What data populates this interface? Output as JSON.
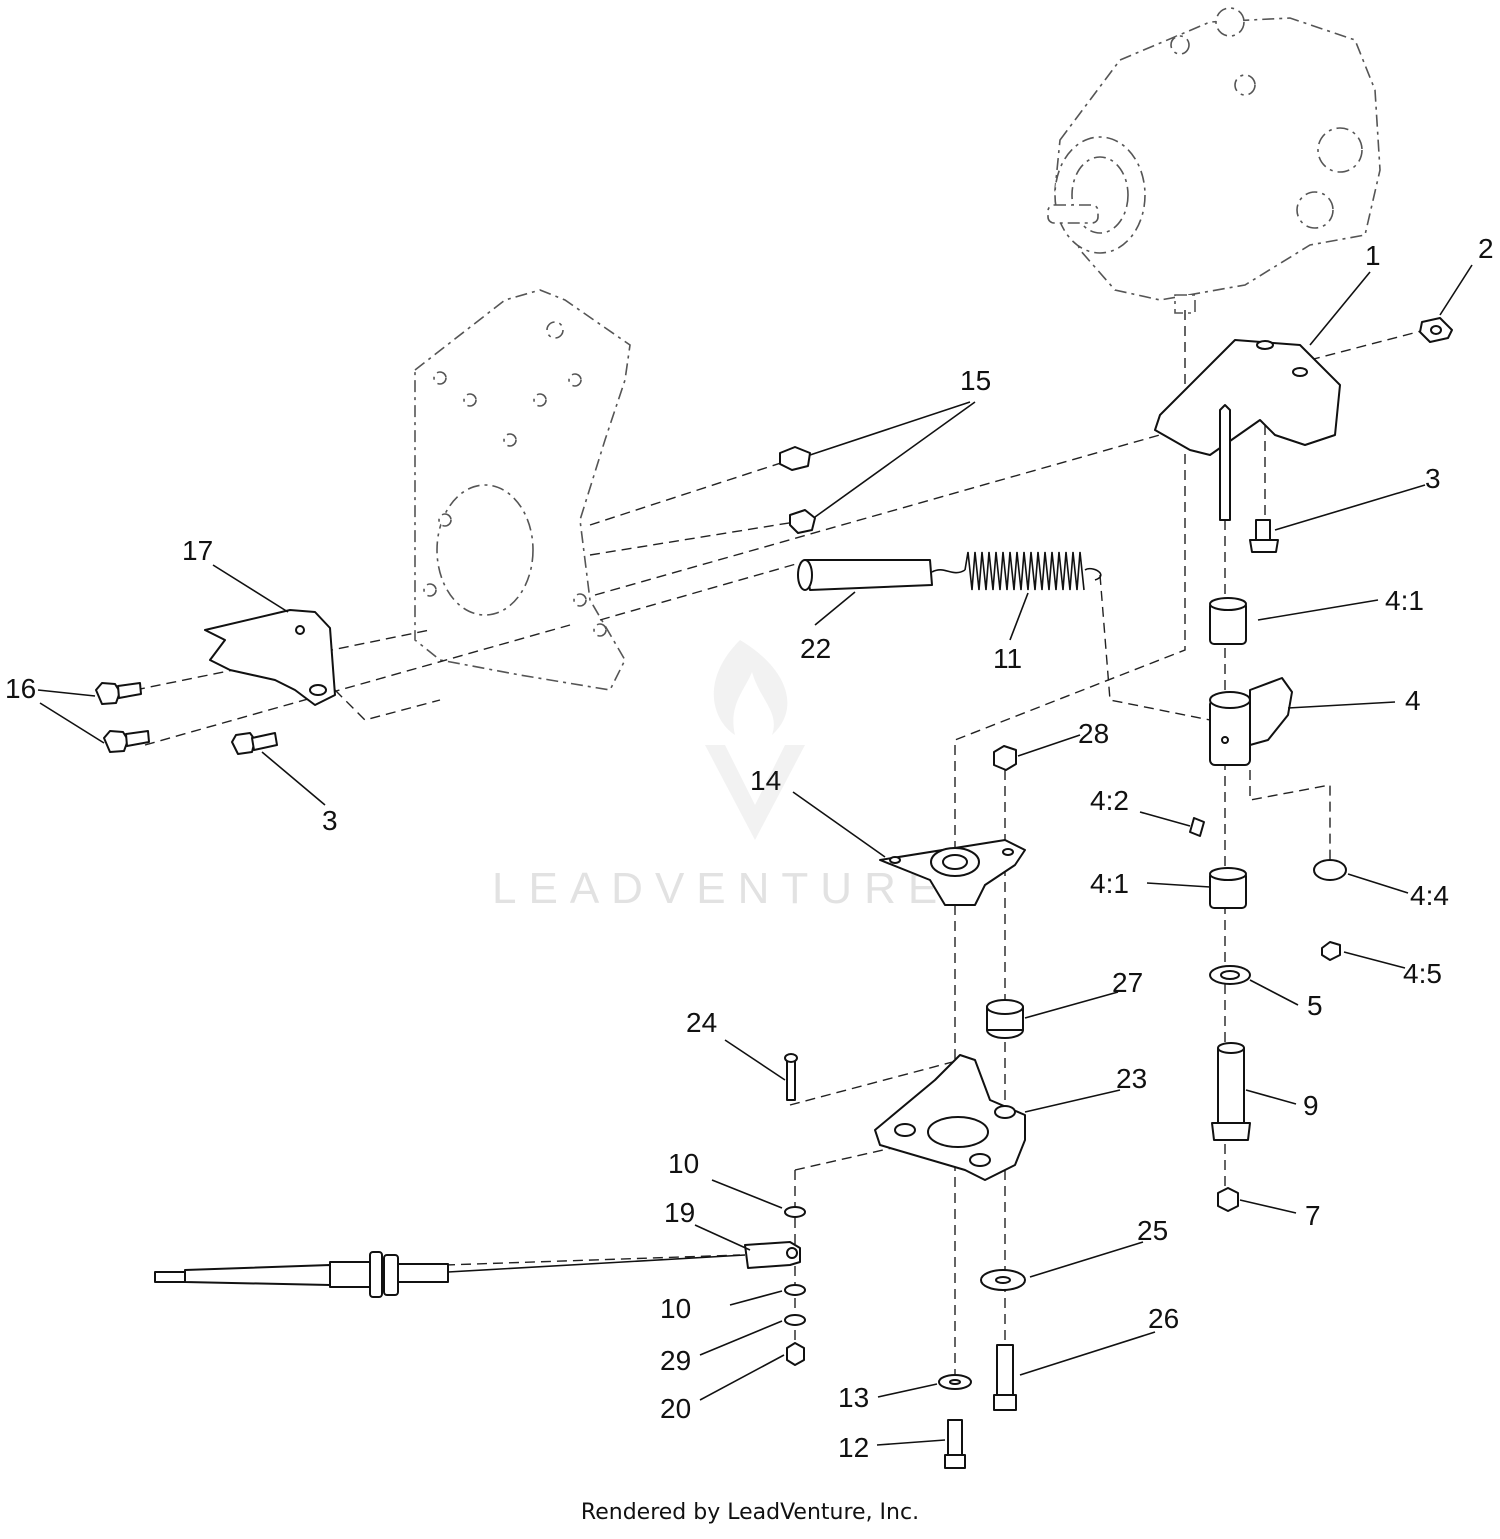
{
  "watermark": "LEADVENTURE",
  "footer": "Rendered by LeadVenture, Inc.",
  "callouts": {
    "c1": "1",
    "c2": "2",
    "c3a": "3",
    "c3b": "3",
    "c4": "4",
    "c4_1a": "4:1",
    "c4_1b": "4:1",
    "c4_2": "4:2",
    "c4_4": "4:4",
    "c4_5": "4:5",
    "c5": "5",
    "c7": "7",
    "c9": "9",
    "c10a": "10",
    "c10b": "10",
    "c11": "11",
    "c12": "12",
    "c13": "13",
    "c14": "14",
    "c15": "15",
    "c16": "16",
    "c17": "17",
    "c19": "19",
    "c20": "20",
    "c22": "22",
    "c23": "23",
    "c24": "24",
    "c25": "25",
    "c26": "26",
    "c27": "27",
    "c28": "28",
    "c29": "29"
  },
  "icons": {
    "watermark_logo": "flame-v-logo-icon"
  }
}
